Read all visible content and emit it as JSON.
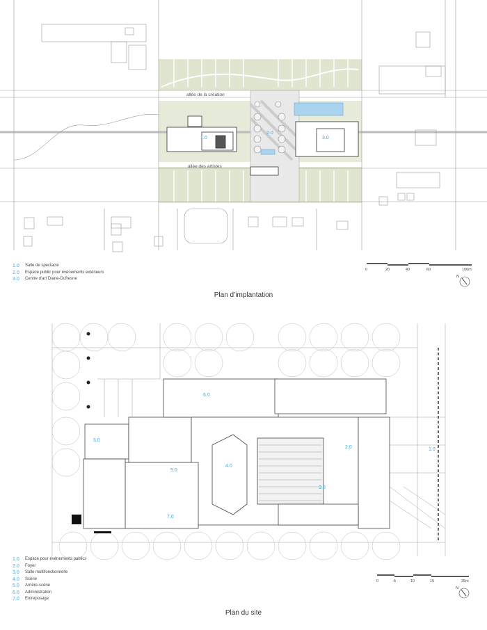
{
  "implantation": {
    "title": "Plan d’implantation",
    "streets": [
      "allée de la création",
      "allée des artistes"
    ],
    "zone_labels": [
      "1.0",
      "2.0",
      "3.0"
    ],
    "legend": [
      {
        "num": "1.0",
        "label": "Salle de spectacle"
      },
      {
        "num": "2.0",
        "label": "Espace public pour événements extérieurs"
      },
      {
        "num": "3.0",
        "label": "Centre d'art Diane-Dufresne"
      }
    ],
    "scale": [
      "0",
      "20",
      "40",
      "60",
      "100m"
    ],
    "north": "N"
  },
  "site": {
    "title": "Plan du site",
    "zone_labels": [
      "1.0",
      "2.0",
      "3.0",
      "4.0",
      "5.0",
      "5.0",
      "6.0",
      "7.0"
    ],
    "legend": [
      {
        "num": "1.0",
        "label": "Espace pour événements publics"
      },
      {
        "num": "2.0",
        "label": "Foyer"
      },
      {
        "num": "3.0",
        "label": "Salle multifonctionnelle"
      },
      {
        "num": "4.0",
        "label": "Scène"
      },
      {
        "num": "5.0",
        "label": "Arrière-scène"
      },
      {
        "num": "6.0",
        "label": "Administration"
      },
      {
        "num": "7.0",
        "label": "Entreposage"
      }
    ],
    "scale": [
      "0",
      "5",
      "10",
      "15",
      "25m"
    ],
    "north": "N"
  },
  "colors": {
    "accent": "#4aa8d8",
    "green": "#dfe5cf",
    "water": "#a9d3ee"
  }
}
